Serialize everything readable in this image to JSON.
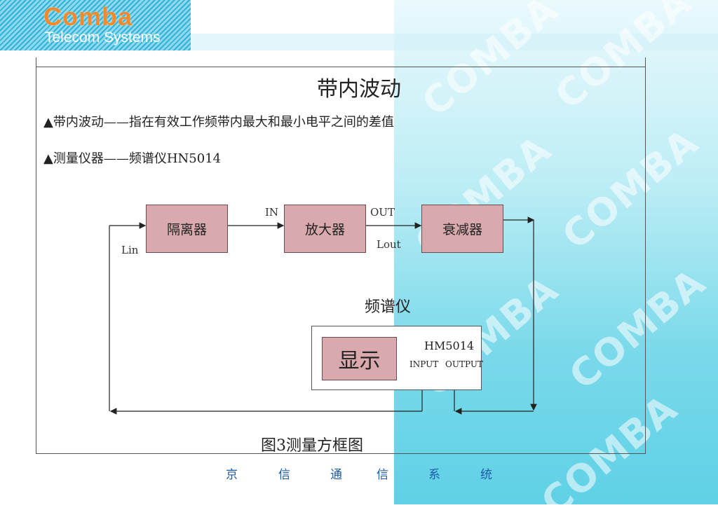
{
  "logo": {
    "main": "Comba",
    "sub": "Telecom Systems"
  },
  "watermark": "COMBA",
  "title": "带内波动",
  "bullets": [
    "▲带内波动——指在有效工作频带内最大和最小电平之间的差值",
    "▲测量仪器——频谱仪HN5014"
  ],
  "diagram": {
    "isolator": "隔离器",
    "amplifier": "放大器",
    "attenuator": "衰减器",
    "in_label": "IN",
    "out_label": "OUT",
    "lin_label": "Lin",
    "lout_label": "Lout",
    "analyzer_title": "频谱仪",
    "display": "显示",
    "model": "HM5014",
    "input": "INPUT",
    "output": "OUTPUT"
  },
  "caption": "图3测量方框图",
  "footer": [
    "京",
    "信",
    "通",
    "信",
    "系",
    "统"
  ]
}
